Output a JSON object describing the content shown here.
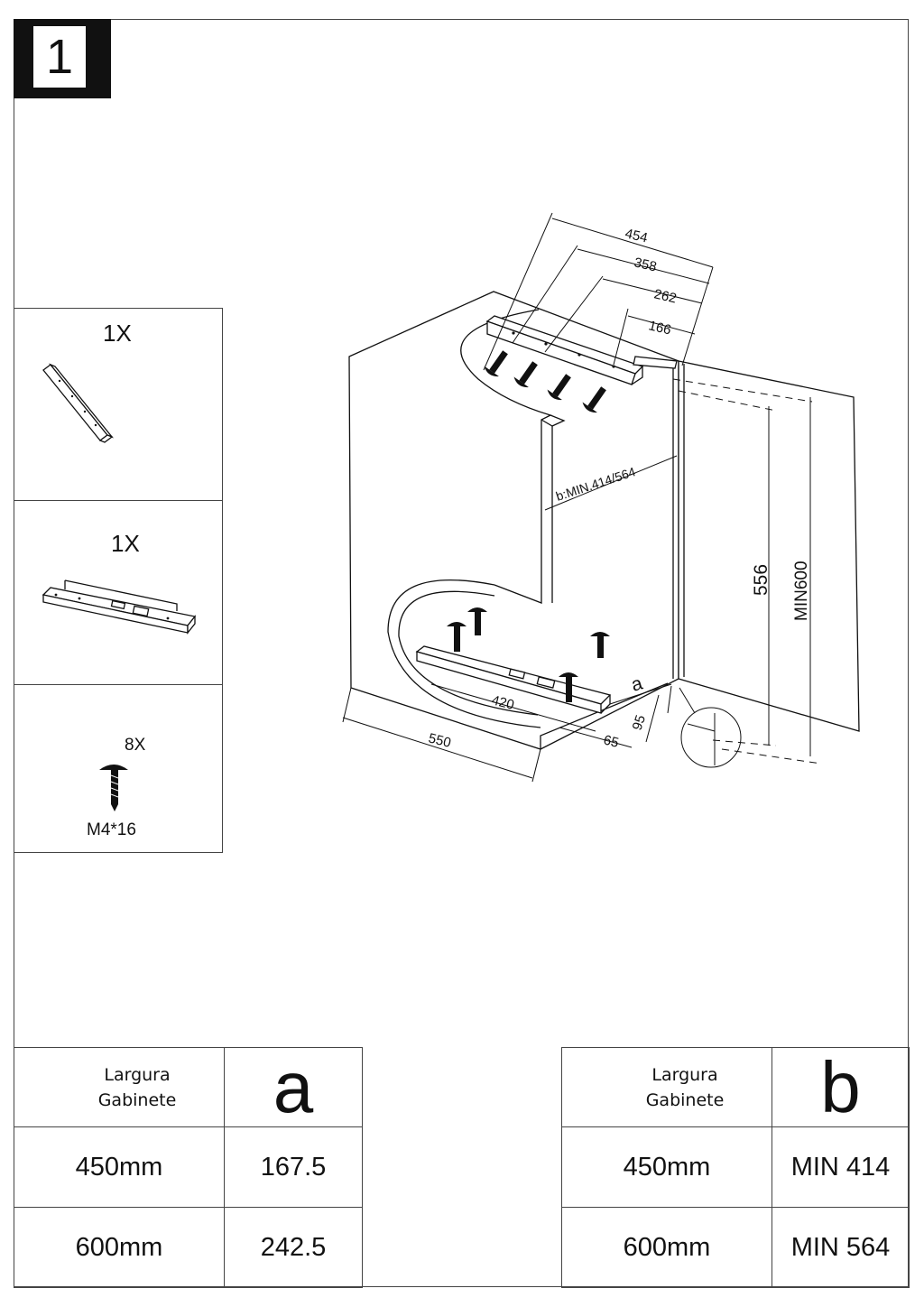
{
  "step": {
    "number": "1"
  },
  "parts": [
    {
      "qty": "1X",
      "icon": "rail-bar-icon"
    },
    {
      "qty": "1X",
      "icon": "drawer-slide-bracket-icon"
    },
    {
      "qty": "8X",
      "icon": "screw-icon",
      "spec": "M4*16"
    }
  ],
  "drawing": {
    "dims_top": [
      "454",
      "358",
      "262",
      "166"
    ],
    "dim_b": "b:MIN.414/564",
    "dim_556": "556",
    "dim_min600": "MIN600",
    "dim_420": "420",
    "dim_a": "a",
    "dim_550": "550",
    "dim_65": "65",
    "dim_95": "95"
  },
  "table_a": {
    "header_label": [
      "Largura",
      "Gabinete"
    ],
    "header_symbol": "a",
    "rows": [
      {
        "width": "450mm",
        "value": "167.5"
      },
      {
        "width": "600mm",
        "value": "242.5"
      }
    ]
  },
  "table_b": {
    "header_label": [
      "Largura",
      "Gabinete"
    ],
    "header_symbol": "b",
    "rows": [
      {
        "width": "450mm",
        "value": "MIN 414"
      },
      {
        "width": "600mm",
        "value": "MIN 564"
      }
    ]
  }
}
